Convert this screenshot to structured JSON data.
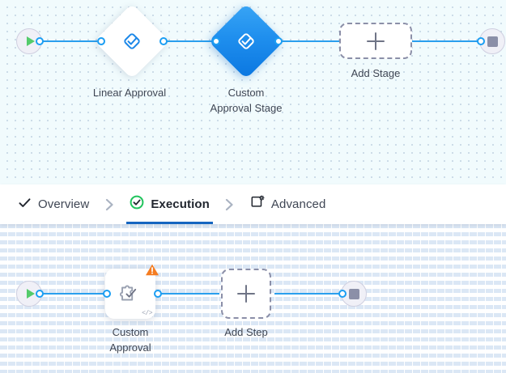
{
  "stage_canvas": {
    "name": "stage-designer-canvas",
    "background_color": "#f1fbfd",
    "grid": "dots",
    "start_node": {
      "icon": "play-icon",
      "title": "Start"
    },
    "end_node": {
      "icon": "stop-icon",
      "title": "End"
    },
    "nodes": [
      {
        "id": "linear-approval",
        "label": "Linear Approval",
        "shape": "diamond",
        "state": "default",
        "fill": "#ffffff",
        "icon": "approval-diamond-check-icon",
        "icon_color": "#1b87e8"
      },
      {
        "id": "custom-approval-stage",
        "label": "Custom\nApproval Stage",
        "shape": "diamond",
        "state": "selected",
        "fill": "#1f8fee",
        "icon": "approval-diamond-check-icon",
        "icon_color": "#ffffff"
      }
    ],
    "add_placeholder": {
      "label": "Add Stage",
      "icon": "plus-icon",
      "border_color": "#8b8fa8"
    },
    "edge_color": "#2a9fee"
  },
  "tabs": {
    "name": "workflow-tabs",
    "separator": "chevron-right-icon",
    "active_underline_color": "#1565c0",
    "items": [
      {
        "id": "overview",
        "label": "Overview",
        "icon": "check-icon",
        "active": false
      },
      {
        "id": "execution",
        "label": "Execution",
        "icon": "check-circle-icon",
        "icon_color": "#21c45d",
        "active": true
      },
      {
        "id": "advanced",
        "label": "Advanced",
        "icon": "window-gear-icon",
        "active": false
      }
    ]
  },
  "step_canvas": {
    "name": "step-designer-canvas",
    "background_color": "#ffffff",
    "grid": "vertical-dashes",
    "start_node": {
      "icon": "play-icon",
      "title": "Start"
    },
    "end_node": {
      "icon": "stop-icon",
      "title": "End"
    },
    "nodes": [
      {
        "id": "custom-approval",
        "label": "Custom\nApproval",
        "shape": "rounded-square",
        "icon": "puzzle-check-icon",
        "badge": "warning-triangle-icon",
        "badge_color": "#f57c20",
        "code_badge": "</>"
      }
    ],
    "add_placeholder": {
      "label": "Add Step",
      "icon": "plus-icon",
      "border_color": "#8b8fa8"
    },
    "edge_color": "#2a9fee"
  }
}
